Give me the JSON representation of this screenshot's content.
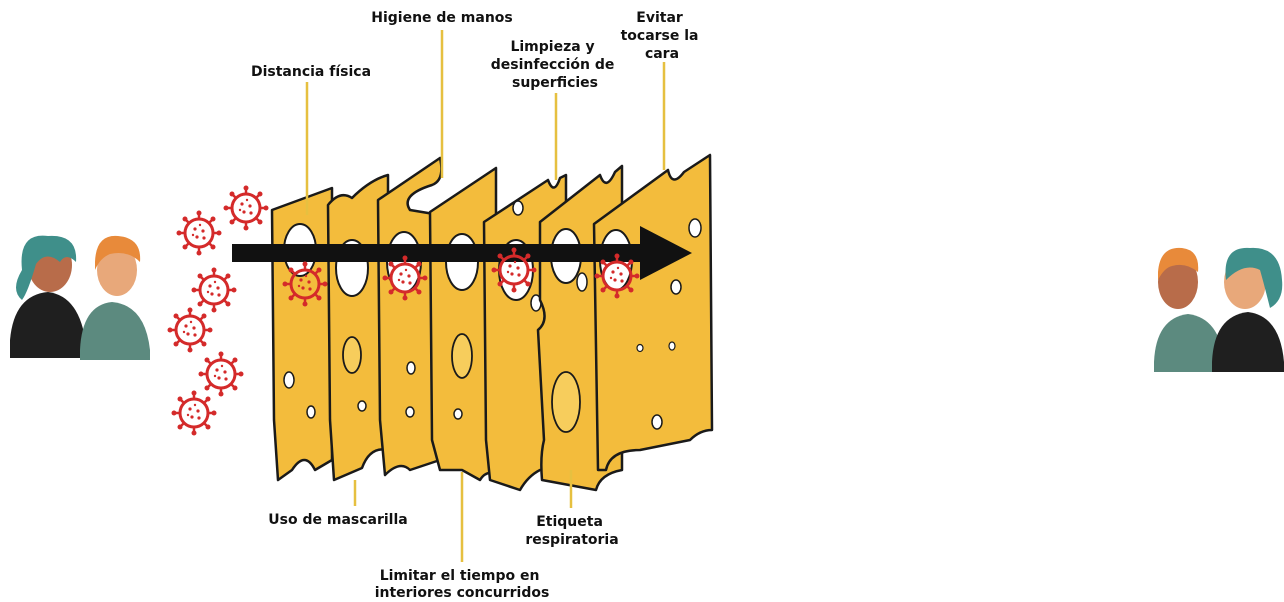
{
  "labels": {
    "higiene": "Higiene de manos",
    "evitar": [
      "Evitar",
      "tocarse la",
      "cara"
    ],
    "limpieza": [
      "Limpieza y",
      "desinfección de",
      "superficies"
    ],
    "distancia": "Distancia física",
    "mascarilla": "Uso de mascarilla",
    "etiqueta": [
      "Etiqueta",
      "respiratoria"
    ],
    "limitar": [
      "Limitar el tiempo en",
      "interiores concurridos"
    ]
  },
  "colors": {
    "cheese": "#f3bc3c",
    "cheese_light": "#f7cd5c",
    "outline": "#1a1a1a",
    "virus": "#d42a2a",
    "hair_teal": "#3f8f8a",
    "hair_orange": "#e88a3a",
    "skin_dark": "#b86c4a",
    "skin_light": "#e8a87a",
    "shirt_dark": "#1f1f1f",
    "shirt_teal": "#5c8a7f",
    "leader_line": "#e6c040"
  },
  "icons": {
    "virus": "coronavirus-icon",
    "person": "person-icon",
    "arrow": "arrow-right-icon"
  }
}
